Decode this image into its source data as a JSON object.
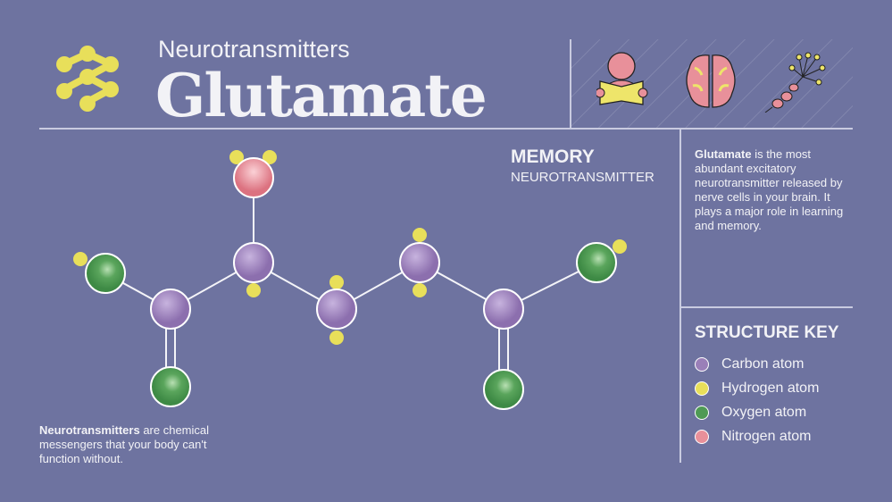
{
  "header": {
    "subtitle": "Neurotransmitters",
    "title": "Glutamate"
  },
  "icons": [
    "molecule-logo-icon",
    "person-reading-icon",
    "brain-icon",
    "neuron-icon"
  ],
  "memory": {
    "title": "MEMORY",
    "subtitle": "NEUROTRANSMITTER"
  },
  "description": {
    "bold": "Glutamate",
    "rest": " is the most abundant excitatory neurotransmitter released by nerve cells in your brain. It plays a major role in learning and memory."
  },
  "note": {
    "bold": "Neurotransmitters",
    "rest": " are chemical messengers that your body can't function without."
  },
  "key": {
    "title": "STRUCTURE KEY",
    "items": [
      {
        "label": "Carbon atom",
        "color": "#9a7fb8"
      },
      {
        "label": "Hydrogen atom",
        "color": "#e8df5a"
      },
      {
        "label": "Oxygen atom",
        "color": "#4f9a55"
      },
      {
        "label": "Nitrogen atom",
        "color": "#e8909a"
      }
    ]
  },
  "colors": {
    "background": "#6e73a0",
    "carbon": "#9a7fb8",
    "hydrogen": "#e8df5a",
    "oxygen": "#4f9a55",
    "nitrogen": "#e8909a"
  }
}
